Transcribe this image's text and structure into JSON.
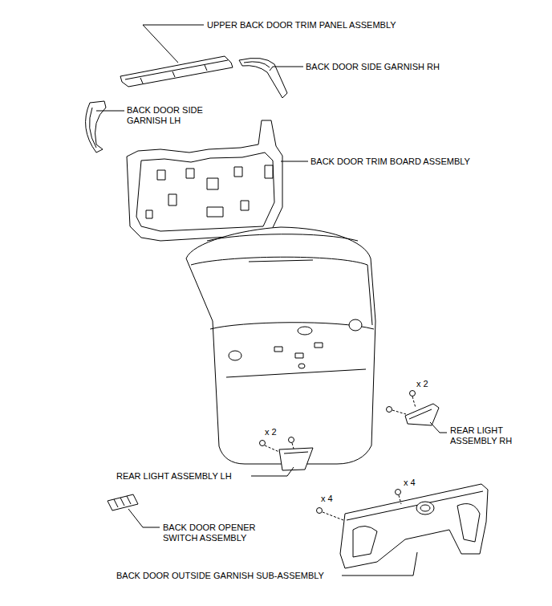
{
  "diagram": {
    "labels": [
      "UPPER BACK DOOR TRIM PANEL ASSEMBLY",
      "BACK DOOR SIDE GARNISH RH",
      "BACK DOOR SIDE GARNISH LH",
      "BACK DOOR TRIM BOARD ASSEMBLY",
      "x 2",
      "REAR LIGHT ASSEMBLY RH",
      "x 2",
      "REAR LIGHT ASSEMBLY LH",
      "x 4",
      "BACK DOOR OPENER SWITCH ASSEMBLY",
      "x 4",
      "BACK DOOR OUTSIDE GARNISH SUB-ASSEMBLY"
    ]
  }
}
